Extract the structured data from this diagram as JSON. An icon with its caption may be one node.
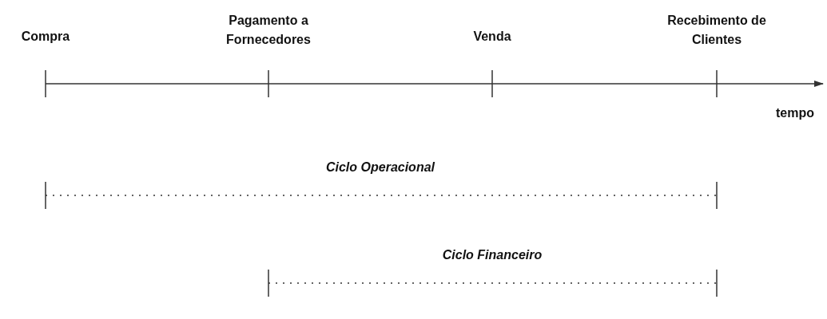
{
  "diagram": {
    "labels": [
      "Compra",
      "Pagamento a Fornecedores",
      "Venda",
      "Recebimento de Clientes",
      "tempo",
      "Ciclo Operacional",
      "Ciclo Financeiro"
    ]
  }
}
